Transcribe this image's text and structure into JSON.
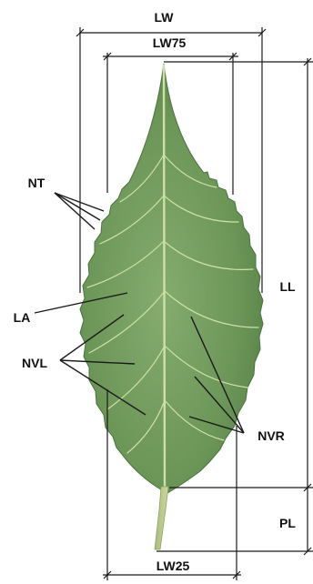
{
  "labels": {
    "lw": "LW",
    "lw75": "LW75",
    "lw25": "LW25",
    "ll": "LL",
    "pl": "PL",
    "nt": "NT",
    "la": "LA",
    "nvl": "NVL",
    "nvr": "NVR"
  },
  "colors": {
    "leaf_light": "#7fa56a",
    "leaf_mid": "#5f8a4e",
    "leaf_dark": "#3f6a36",
    "midrib": "#dfe9b8",
    "petiole": "#b9c98e",
    "lines": "#1a1a1a"
  }
}
